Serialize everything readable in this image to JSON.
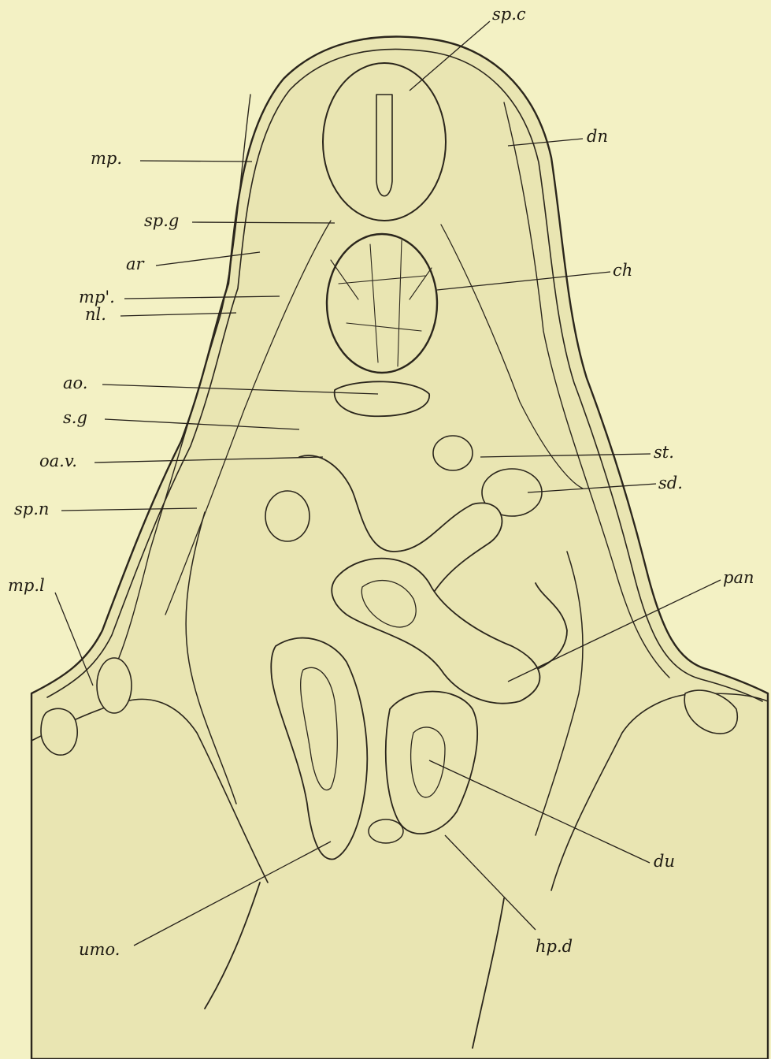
{
  "figure": {
    "labels": {
      "spc": "sp.c",
      "dn": "dn",
      "mp": "mp.",
      "spg": "sp.g",
      "ar": "ar",
      "ch": "ch",
      "mp2": "mp'.",
      "nl": "nl.",
      "ao": "ao.",
      "sg": "s.g",
      "oav": "oa.v.",
      "st": "st.",
      "sd": "sd.",
      "spn": "sp.n",
      "pan": "pan",
      "mpl": "mp.l",
      "du": "du",
      "umo": "umo.",
      "hpd": "hp.d"
    }
  }
}
